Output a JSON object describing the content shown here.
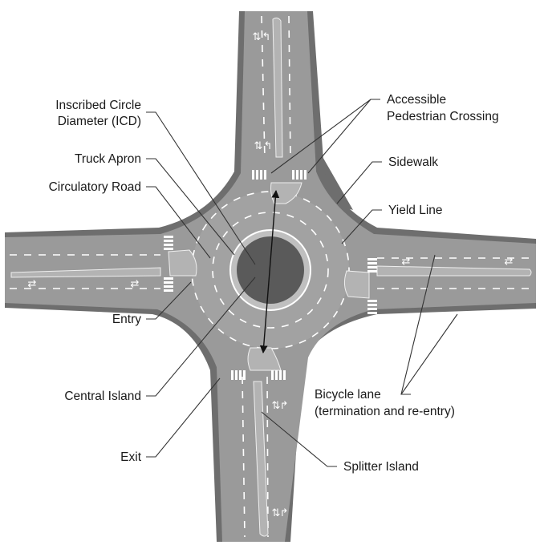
{
  "labels": {
    "icd": [
      "Inscribed Circle",
      "Diameter (ICD)"
    ],
    "truck_apron": "Truck Apron",
    "circulatory_road": "Circulatory Road",
    "entry": "Entry",
    "central_island": "Central Island",
    "exit": "Exit",
    "accessible_crossing": [
      "Accessible",
      "Pedestrian Crossing"
    ],
    "sidewalk": "Sidewalk",
    "yield_line": "Yield Line",
    "bicycle_lane": [
      "Bicycle lane",
      "(termination and re-entry)"
    ],
    "splitter_island": "Splitter Island"
  },
  "colors": {
    "background": "#ffffff",
    "sidewalk": "#6e6e6e",
    "roadway": "#9a9a9a",
    "island": "#b3b3b3",
    "central_island": "#5a5a5a",
    "markings": "#ffffff",
    "text": "#1a1a1a"
  }
}
